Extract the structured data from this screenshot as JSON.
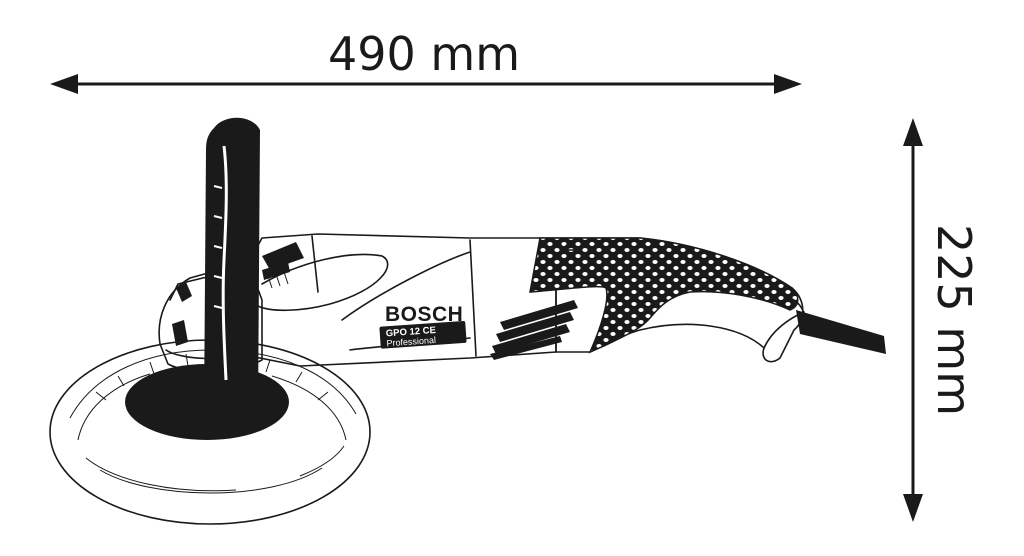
{
  "dimensions": {
    "width_label": "490 mm",
    "height_label": "225 mm"
  },
  "tool": {
    "brand": "BOSCH",
    "model": "GPO 12 CE",
    "line": "Professional"
  },
  "colors": {
    "ink": "#1a1a1a",
    "background": "#ffffff"
  }
}
